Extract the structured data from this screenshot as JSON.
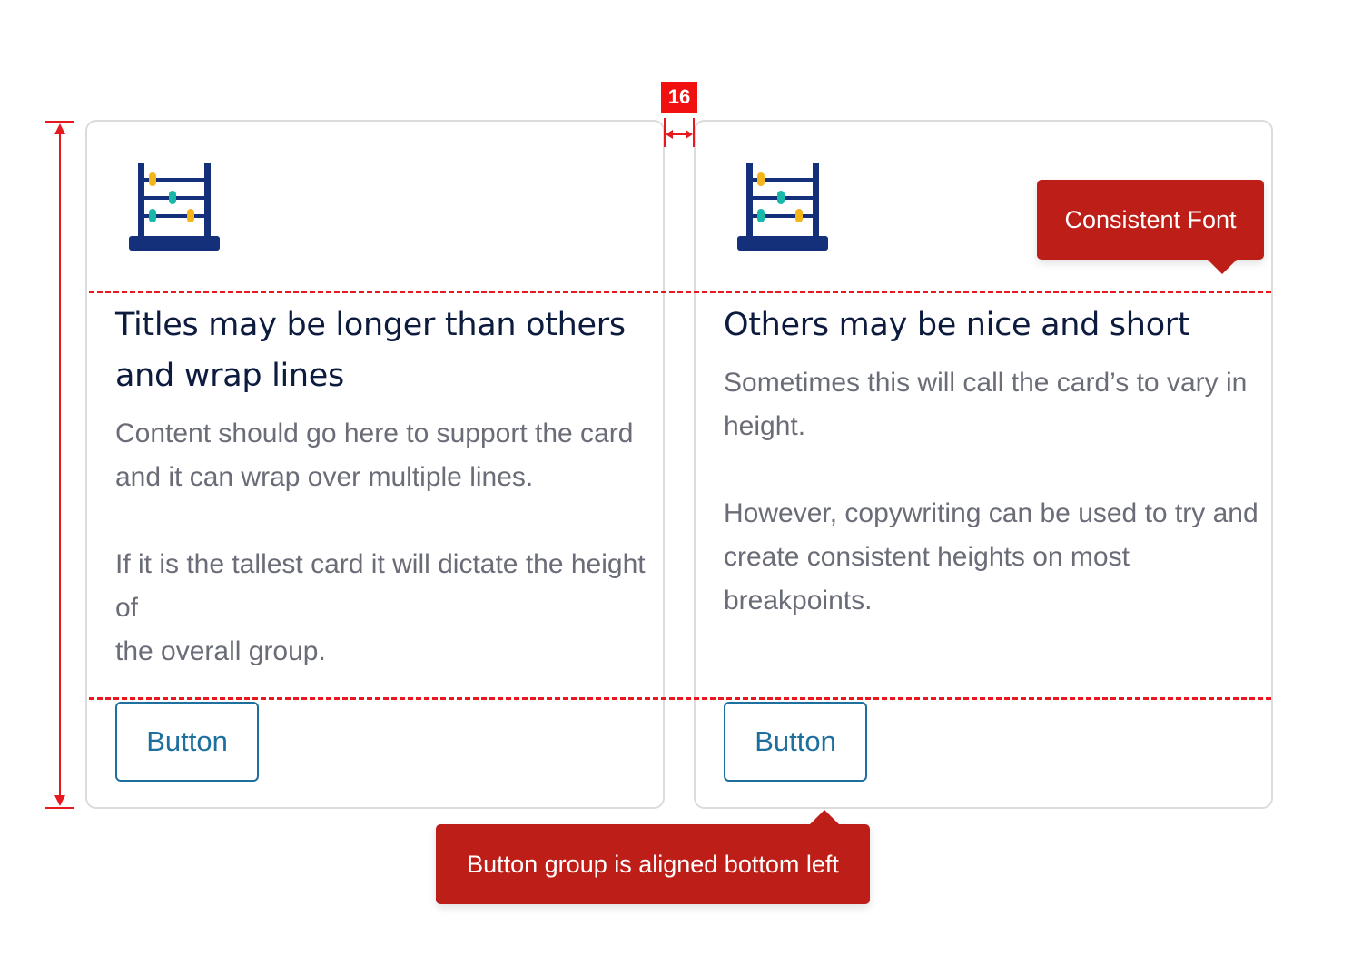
{
  "cards": [
    {
      "title": "Titles may be longer than others and wrap lines",
      "body": [
        "Content should go here to support the card and it can wrap over multiple lines.",
        "If it is the tallest card it will dictate the height of\nthe overall group."
      ],
      "button_label": "Button",
      "icon": "abacus-icon"
    },
    {
      "title": "Others may be nice and short",
      "body": [
        "Sometimes this will call the card’s to vary in height.",
        "However, copywriting can be used to try and create consistent heights on most breakpoints."
      ],
      "button_label": "Button",
      "icon": "abacus-icon"
    }
  ],
  "annotations": {
    "gap_label": "16",
    "font_callout": "Consistent Font",
    "button_callout": "Button group is aligned bottom left"
  },
  "colors": {
    "accent_red": "#e8191e",
    "callout_red": "#be1e18",
    "title_navy": "#0d1b3e",
    "button_blue": "#1d6f9e",
    "body_gray": "#6a6d78",
    "card_border": "#dcdcdc",
    "abacus_frame": "#14307a",
    "bead_yellow": "#f4b41a",
    "bead_teal": "#18b9a8"
  }
}
